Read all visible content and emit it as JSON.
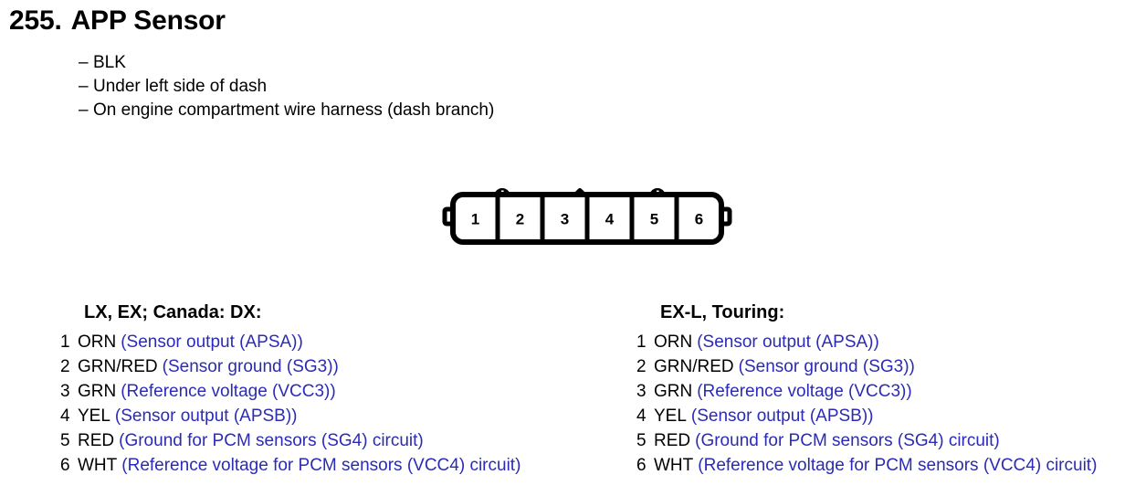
{
  "header": {
    "number": "255.",
    "title": "APP Sensor",
    "specs": [
      {
        "dash": "–",
        "text": "BLK"
      },
      {
        "dash": "–",
        "text": "Under left side of dash"
      },
      {
        "dash": "–",
        "text": "On engine compartment wire harness (dash branch)"
      }
    ]
  },
  "connector": {
    "name": "6-cavity-connector",
    "cavities": [
      "1",
      "2",
      "3",
      "4",
      "5",
      "6"
    ],
    "outline_color": "#000000",
    "fill_color": "#ffffff"
  },
  "columns": [
    {
      "heading": "LX, EX; Canada: DX:",
      "pins": [
        {
          "no": "1",
          "wire": "ORN",
          "desc": "(Sensor output (APSA))"
        },
        {
          "no": "2",
          "wire": "GRN/RED",
          "desc": "(Sensor ground (SG3))"
        },
        {
          "no": "3",
          "wire": "GRN",
          "desc": "(Reference voltage (VCC3))"
        },
        {
          "no": "4",
          "wire": "YEL",
          "desc": "(Sensor output (APSB))"
        },
        {
          "no": "5",
          "wire": "RED",
          "desc": "(Ground for PCM sensors (SG4) circuit)"
        },
        {
          "no": "6",
          "wire": "WHT",
          "desc": "(Reference voltage for PCM sensors (VCC4) circuit)"
        }
      ]
    },
    {
      "heading": "EX-L, Touring:",
      "pins": [
        {
          "no": "1",
          "wire": "ORN",
          "desc": "(Sensor output (APSA))"
        },
        {
          "no": "2",
          "wire": "GRN/RED",
          "desc": "(Sensor ground (SG3))"
        },
        {
          "no": "3",
          "wire": "GRN",
          "desc": "(Reference voltage (VCC3))"
        },
        {
          "no": "4",
          "wire": "YEL",
          "desc": "(Sensor output (APSB))"
        },
        {
          "no": "5",
          "wire": "RED",
          "desc": "(Ground for PCM sensors (SG4) circuit)"
        },
        {
          "no": "6",
          "wire": "WHT",
          "desc": "(Reference voltage for PCM sensors (VCC4) circuit)"
        }
      ]
    }
  ],
  "colors": {
    "text": "#000000",
    "description": "#2b2bb5",
    "background": "#ffffff"
  }
}
